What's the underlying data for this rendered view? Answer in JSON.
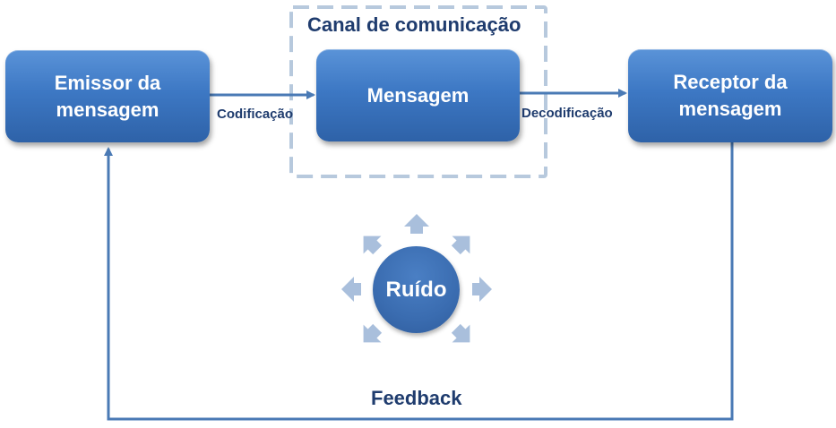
{
  "nodes": {
    "emissor": "Emissor da\nmensagem",
    "mensagem": "Mensagem",
    "receptor": "Receptor da\nmensagem",
    "ruido": "Ruído"
  },
  "labels": {
    "canal": "Canal de comunicação",
    "codificacao": "Codificação",
    "decodificacao": "Decodificação",
    "feedback": "Feedback"
  },
  "colors": {
    "box": "#3d78c4",
    "line": "#4a7ab5",
    "text_dark": "#1f3c6e",
    "dashed_border": "#b7c9dd",
    "noise_arrow": "#a9bfdc"
  }
}
